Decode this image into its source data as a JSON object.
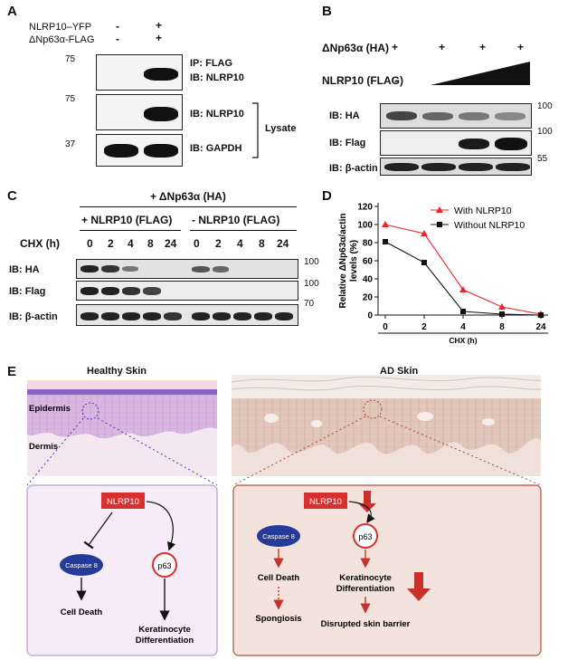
{
  "panelA": {
    "letter": "A",
    "row1_label": "NLRP10–YFP",
    "row2_label": "ΔNp63α-FLAG",
    "lane1_row1": "-",
    "lane2_row1": "+",
    "lane1_row2": "-",
    "lane2_row2": "+",
    "blot1_ip": "IP: FLAG",
    "blot1_ib": "IB: NLRP10",
    "blot2_ib": "IB: NLRP10",
    "blot3_ib": "IB: GAPDH",
    "lysate": "Lysate",
    "mw1": "75",
    "mw2": "75",
    "mw3": "37"
  },
  "panelB": {
    "letter": "B",
    "row1_label": "ΔNp63α (HA)",
    "row2_label": "NLRP10 (FLAG)",
    "row1_signs": [
      "+",
      "+",
      "+",
      "+"
    ],
    "row2_sign": "-",
    "blot1_ib": "IB: HA",
    "blot2_ib": "IB: Flag",
    "blot3_ib": "IB: β-actin",
    "mw1": "100",
    "mw2": "100",
    "mw3": "55"
  },
  "panelC": {
    "letter": "C",
    "header": "+ ΔNp63α (HA)",
    "group1": "+ NLRP10 (FLAG)",
    "group2": "- NLRP10 (FLAG)",
    "chx_label": "CHX (h)",
    "times": [
      "0",
      "2",
      "4",
      "8",
      "24"
    ],
    "blot1_ib": "IB: HA",
    "blot2_ib": "IB: Flag",
    "blot3_ib": "IB: β-actin",
    "mw1": "100",
    "mw2": "100",
    "mw3": "70"
  },
  "panelD": {
    "letter": "D"
  },
  "chart_data": {
    "type": "line",
    "x": [
      0,
      2,
      4,
      8,
      24
    ],
    "x_tick_labels": [
      "0",
      "2",
      "4",
      "8",
      "24"
    ],
    "xlabel": "CHX (h)",
    "ylabel": "Relative ΔNp63α/actin levels (%)",
    "ylim": [
      0,
      120
    ],
    "yticks": [
      0,
      20,
      40,
      60,
      80,
      100,
      120
    ],
    "grid": false,
    "legend_position": "top-right",
    "series": [
      {
        "name": "With NLRP10",
        "values": [
          100,
          90,
          28,
          9,
          1
        ],
        "color": "#e8262c",
        "marker": "triangle"
      },
      {
        "name": "Without NLRP10",
        "values": [
          81,
          58,
          4,
          1,
          0
        ],
        "color": "#111111",
        "marker": "square"
      }
    ]
  },
  "panelE": {
    "letter": "E",
    "healthy_title": "Healthy Skin",
    "ad_title": "AD Skin",
    "epidermis": "Epidermis",
    "dermis": "Dermis",
    "nlrp10": "NLRP10",
    "caspase": "Caspase 8",
    "p63": "p63",
    "cell_death": "Cell Death",
    "keratinocyte": "Keratinocyte",
    "differentiation": "Differentiation",
    "spongiosis": "Spongiosis",
    "disrupted": "Disrupted skin barrier",
    "colors": {
      "nlrp10_red": "#d8302f",
      "caspase_blue": "#243b9a",
      "healthy_box": "#f6ecf7",
      "ad_box": "#f3e3dc",
      "ad_border": "#b0523b",
      "arrow_red": "#c9302c"
    }
  }
}
